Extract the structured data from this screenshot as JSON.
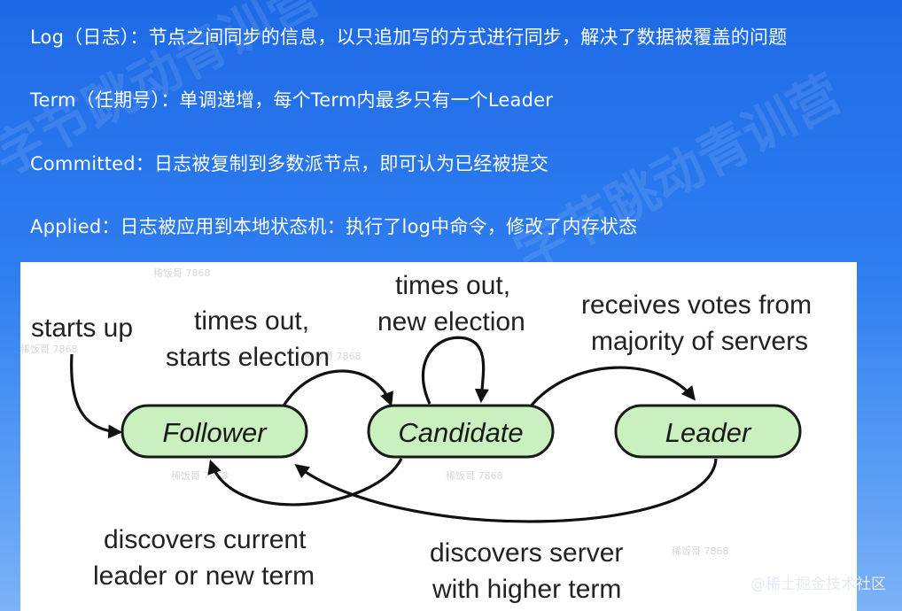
{
  "bullets": [
    "Log（日志）：节点之间同步的信息，以只追加写的方式进行同步，解决了数据被覆盖的问题",
    "Term（任期号）：单调递增，每个Term内最多只有一个Leader",
    "Committed：日志被复制到多数派节点，即可认为已经被提交",
    "Applied：日志被应用到本地状态机：执行了log中命令，修改了内存状态"
  ],
  "diagram": {
    "states": {
      "follower": "Follower",
      "candidate": "Candidate",
      "leader": "Leader"
    },
    "labels": {
      "starts_up": "starts up",
      "times_out_1": "times out,",
      "times_out_2": "starts election",
      "new_election_1": "times out,",
      "new_election_2": "new election",
      "receives_1": "receives votes from",
      "receives_2": "majority of servers",
      "discovers_current_1": "discovers current",
      "discovers_current_2": "leader or new term",
      "discovers_server_1": "discovers server",
      "discovers_server_2": "with higher term"
    },
    "overlay_marks": [
      "稀饭哥 7868",
      "稀饭哥 7868",
      "稀饭哥 7868",
      "稀饭哥 7868",
      "稀饭哥 7868",
      "稀饭哥 7868"
    ]
  },
  "watermark": "@稀土掘金技术社区",
  "background_marks": [
    "字节跳动青训营",
    "字节跳动青训营"
  ],
  "colors": {
    "background": "#1e6ae6",
    "state_fill": "#c9f0be",
    "text": "#ffffff"
  }
}
